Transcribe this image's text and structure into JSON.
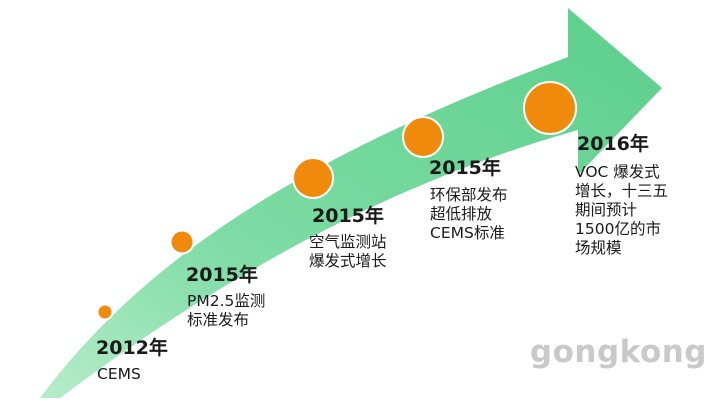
{
  "colors": {
    "arrow_fill": "#5ccf8c",
    "arrow_fill_light": "#b6ecc9",
    "dot_fill": "#f08a0c",
    "dot_stroke": "#ffffff",
    "text": "#1a1a1a",
    "watermark": "#c9c9c9"
  },
  "milestones": [
    {
      "year": "2012年",
      "desc": "CEMS"
    },
    {
      "year": "2015年",
      "desc": "PM2.5监测\n标准发布"
    },
    {
      "year": "2015年",
      "desc": "空气监测站\n爆发式增长"
    },
    {
      "year": "2015年",
      "desc": "环保部发布\n超低排放\nCEMS标准"
    },
    {
      "year": "2016年",
      "desc": "VOC 爆发式\n增长，十三五\n期间预计\n1500亿的市\n场规模"
    }
  ],
  "watermark": "gongkong"
}
